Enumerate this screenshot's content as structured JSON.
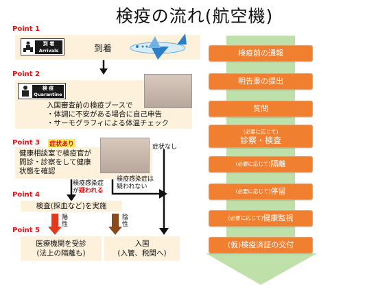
{
  "title": "検疫の流れ(航空機)",
  "point1": {
    "label": "Point 1",
    "sign_jp": "到 着",
    "sign_en": "Arrivals",
    "text": "到着"
  },
  "point2": {
    "label": "Point 2",
    "sign_jp": "検 疫",
    "sign_en": "Quarantine",
    "lines": [
      "入国審査前の検疫ブースで",
      "・体調に不安がある場合に自己申告",
      "・サーモグラフィによる体温チェック"
    ]
  },
  "point3": {
    "label": "Point 3",
    "badge": "症状あり",
    "lines": [
      "健康相談室で検疫官が",
      "問診・診察をして健康",
      "状態を確認"
    ],
    "no_symptom": "症状なし",
    "suspect_1": "検疫感染症",
    "suspect_2": "が",
    "suspect_hl": "疑われる",
    "not_suspect_1": "検疫感染症は",
    "not_suspect_2": "疑われない"
  },
  "point4": {
    "label": "Point 4",
    "text": "検査(採血など)を実施",
    "positive": "陽性",
    "negative": "陰性"
  },
  "point5": {
    "label": "Point 5",
    "left_1": "医療機関を受診",
    "left_2": "(法上の隔離も)",
    "right_1": "入国",
    "right_2": "(入管、税関へ)"
  },
  "flow": [
    {
      "small": "",
      "main": "検疫前の通報"
    },
    {
      "small": "",
      "main": "明告書の提出"
    },
    {
      "small": "",
      "main": "質問"
    },
    {
      "small": "(必要に応じて)",
      "main": "診察・検査"
    },
    {
      "small": "(必要に応じて)",
      "main": "隔離"
    },
    {
      "small": "(必要に応じて)",
      "main": "停留"
    },
    {
      "small": "(必要に応じて)",
      "main": "健康監視"
    },
    {
      "small": "",
      "main": "(仮)検疫済証の交付"
    }
  ],
  "colors": {
    "accent": "#f07f2f",
    "point": "#e01010",
    "beige": "#fdf1dc",
    "flow_arrow": "#bfe0a8"
  }
}
